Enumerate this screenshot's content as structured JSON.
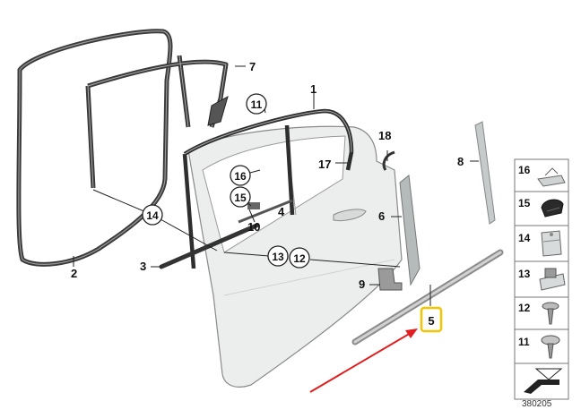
{
  "diagram": {
    "callouts": {
      "c1": "1",
      "c2": "2",
      "c3": "3",
      "c4": "4",
      "c5": "5",
      "c6": "6",
      "c7": "7",
      "c8": "8",
      "c9": "9",
      "c10": "10",
      "c11": "11",
      "c12": "12",
      "c13": "13",
      "c14": "14",
      "c15": "15",
      "c16": "16",
      "c17": "17",
      "c18": "18"
    },
    "legend": [
      {
        "number": "16",
        "icon": "clip-icon"
      },
      {
        "number": "15",
        "icon": "rubber-stopper-icon"
      },
      {
        "number": "14",
        "icon": "bracket-clip-icon"
      },
      {
        "number": "13",
        "icon": "grommet-nut-icon"
      },
      {
        "number": "12",
        "icon": "screw-icon"
      },
      {
        "number": "11",
        "icon": "flat-head-screw-icon"
      }
    ],
    "footer_id": "380205",
    "colors": {
      "highlight": "#f5c400",
      "arrow": "#e02020",
      "door_fill": "#eceeee",
      "seal": "#333333"
    }
  }
}
